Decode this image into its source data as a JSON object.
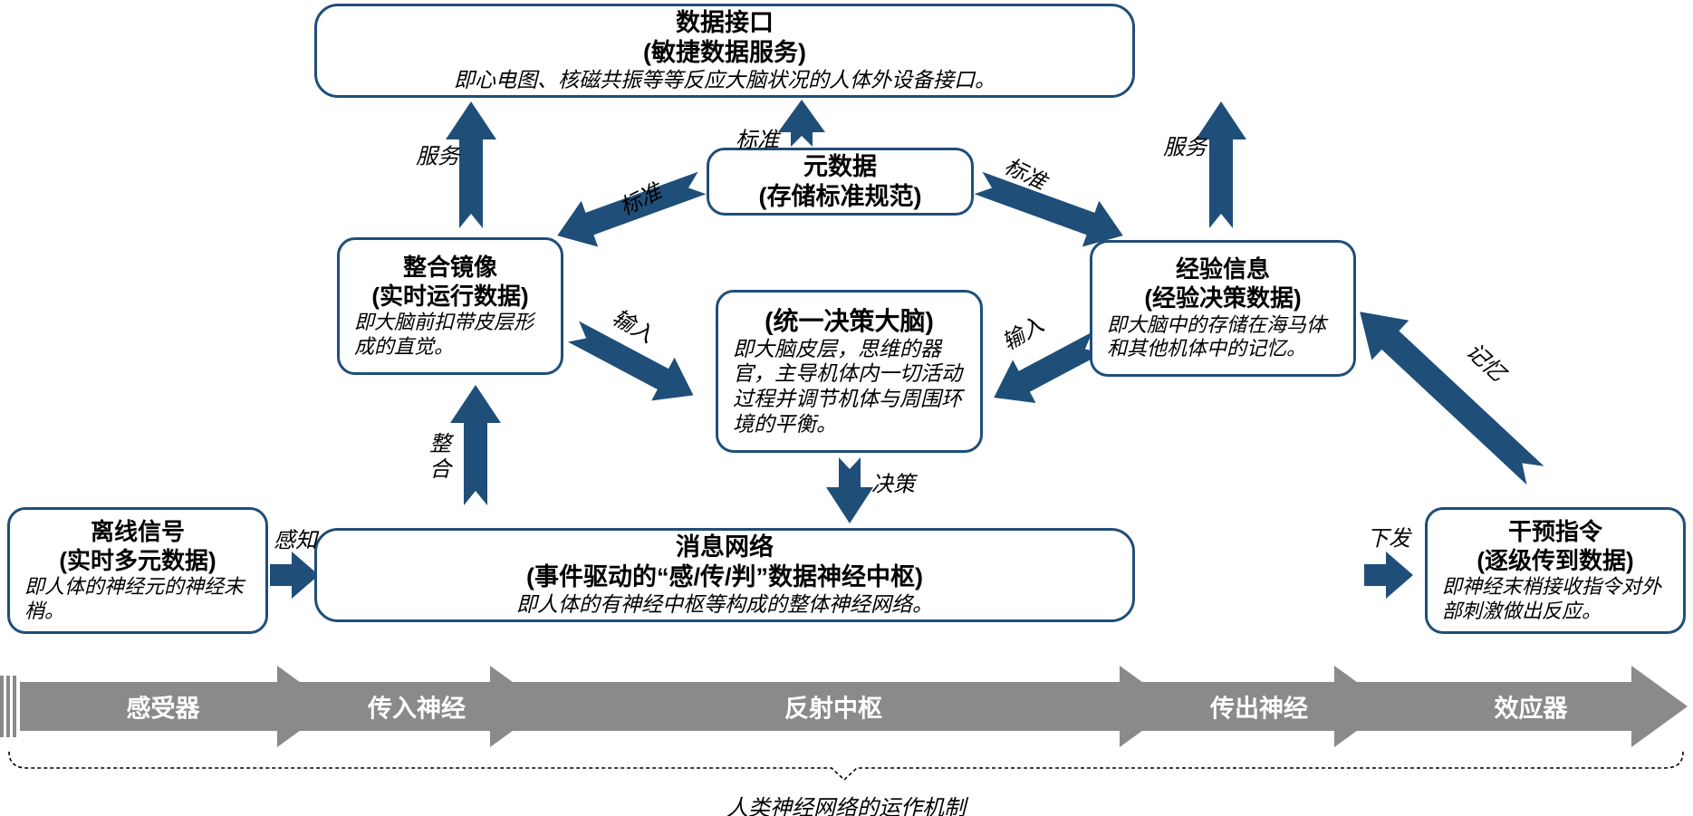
{
  "diagram": {
    "colors": {
      "accent": "#1f4e79",
      "band_gray": "#8a8a8a",
      "text": "#000000",
      "background": "#ffffff"
    },
    "boxes": {
      "data_interface": {
        "title": "数据接口",
        "subtitle": "(敏捷数据服务)",
        "desc": "即心电图、核磁共振等等反应大脑状况的人体外设备接口。"
      },
      "metadata": {
        "title": "元数据",
        "subtitle": "(存储标准规范)"
      },
      "mirror": {
        "title": "整合镜像",
        "subtitle": "(实时运行数据)",
        "desc": "即大脑前扣带皮层形成的直觉。"
      },
      "brain": {
        "title": "(统一决策大脑)",
        "desc": "即大脑皮层，思维的器官，主导机体内一切活动过程并调节机体与周围环境的平衡。"
      },
      "experience": {
        "title": "经验信息",
        "subtitle": "(经验决策数据)",
        "desc": "即大脑中的存储在海马体和其他机体中的记忆。"
      },
      "offline_signal": {
        "title": "离线信号",
        "subtitle": "(实时多元数据)",
        "desc": "即人体的神经元的神经末梢。"
      },
      "message_network": {
        "title": "消息网络",
        "subtitle": "(事件驱动的“感/传/判”数据神经中枢)",
        "desc": "即人体的有神经中枢等构成的整体神经网络。"
      },
      "command": {
        "title": "干预指令",
        "subtitle": "(逐级传到数据)",
        "desc": "即神经末梢接收指令对外部刺激做出反应。"
      }
    },
    "arrow_labels": {
      "serve_left": "服务",
      "std_up": "标准",
      "serve_right": "服务",
      "std_left": "标准",
      "std_right": "标准",
      "input_left": "输入",
      "input_right": "输入",
      "integrate": "整合",
      "decision": "决策",
      "perceive": "感知",
      "dispatch": "下发",
      "memory": "记忆"
    },
    "chevron_band": {
      "segments": [
        "感受器",
        "传入神经",
        "反射中枢",
        "传出神经",
        "效应器"
      ]
    },
    "bottom_caption": "人类神经网络的运作机制"
  }
}
